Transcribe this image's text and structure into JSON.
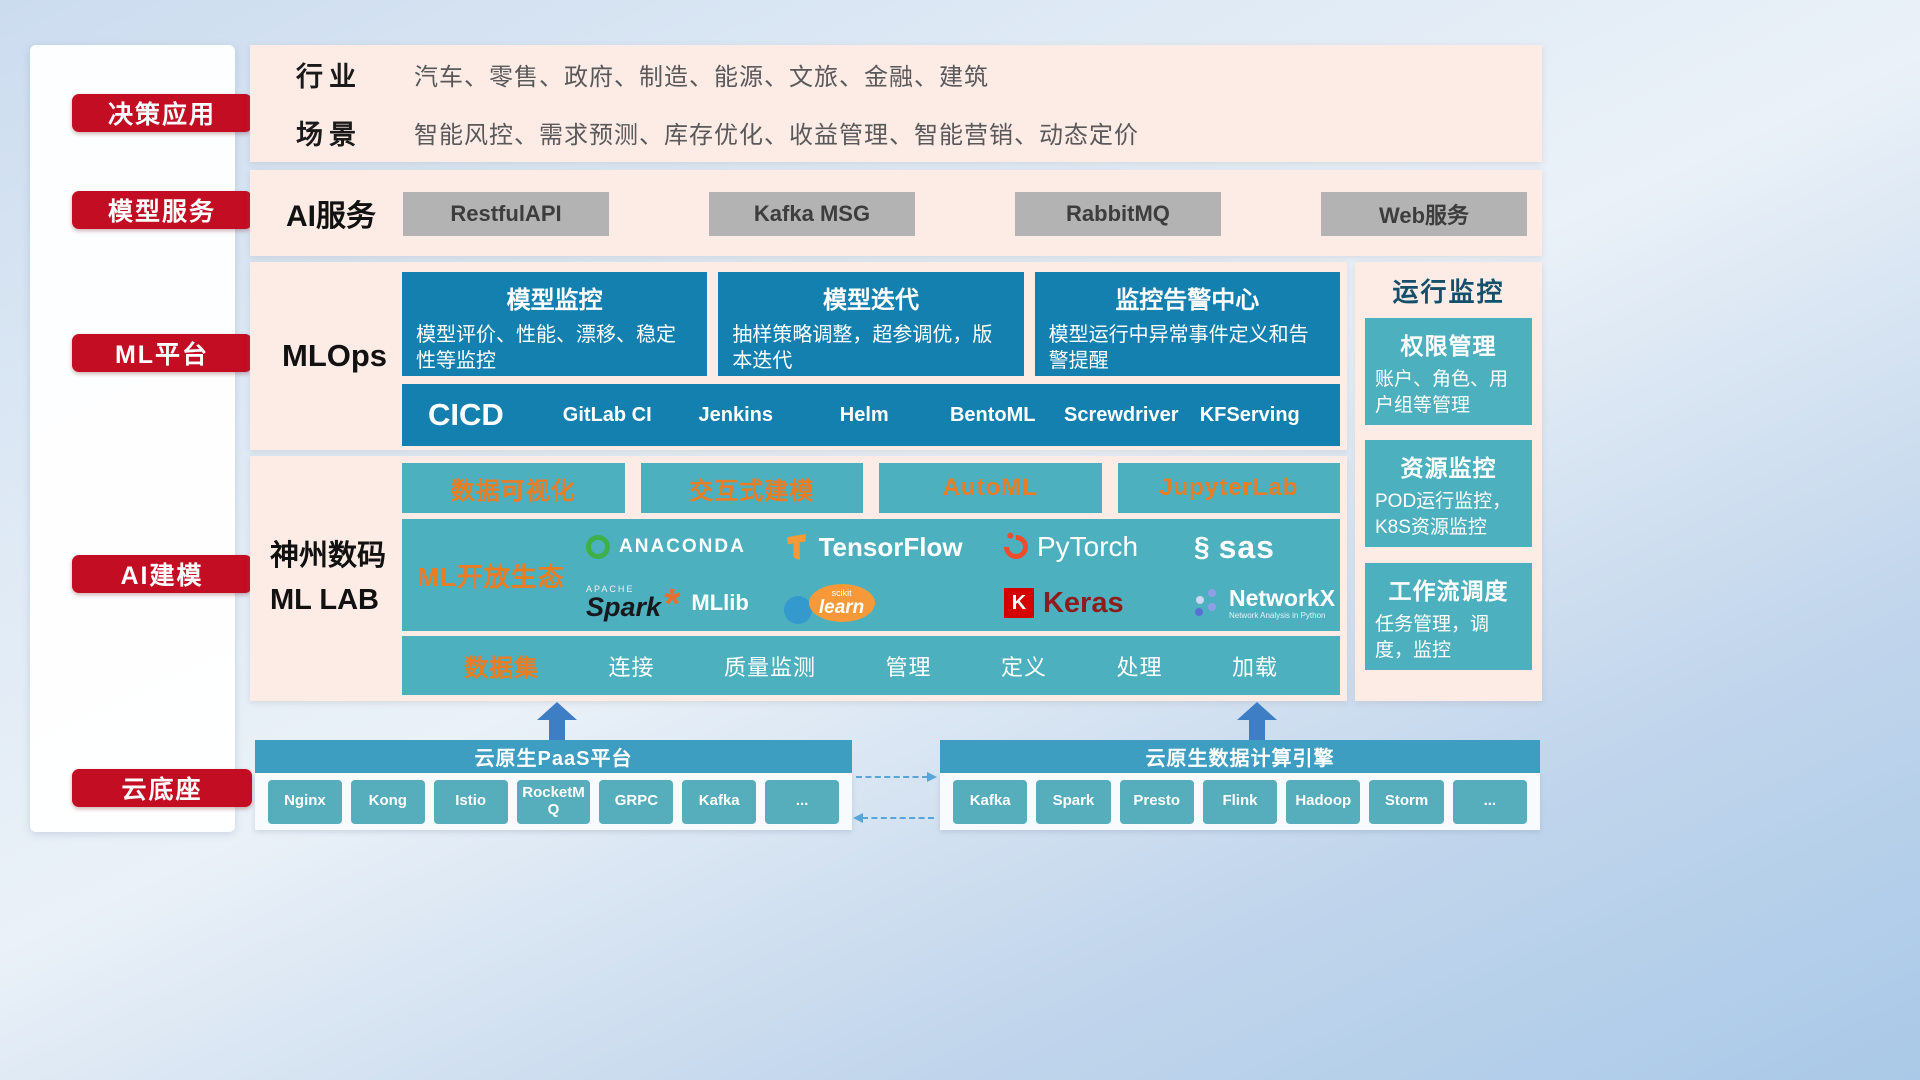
{
  "sidebar": {
    "items": [
      {
        "label": "决策应用"
      },
      {
        "label": "模型服务"
      },
      {
        "label": "ML平台"
      },
      {
        "label": "AI建模"
      },
      {
        "label": "云底座"
      }
    ]
  },
  "industry": {
    "label": "行业",
    "text": "汽车、零售、政府、制造、能源、文旅、金融、建筑"
  },
  "scene": {
    "label": "场景",
    "text": "智能风控、需求预测、库存优化、收益管理、智能营销、动态定价"
  },
  "ai_service": {
    "label": "AI服务",
    "services": [
      "RestfulAPI",
      "Kafka MSG",
      "RabbitMQ",
      "Web服务"
    ]
  },
  "mlops": {
    "label": "MLOps",
    "cards": [
      {
        "title": "模型监控",
        "desc": "模型评价、性能、漂移、稳定性等监控"
      },
      {
        "title": "模型迭代",
        "desc": "抽样策略调整，超参调优，版本迭代"
      },
      {
        "title": "监控告警中心",
        "desc": "模型运行中异常事件定义和告警提醒"
      }
    ],
    "cicd_label": "CICD",
    "cicd_tools": [
      "GitLab CI",
      "Jenkins",
      "Helm",
      "BentoML",
      "Screwdriver",
      "KFServing"
    ]
  },
  "monitoring": {
    "title": "运行监控",
    "cards": [
      {
        "title": "权限管理",
        "desc": "账户、角色、用户组等管理"
      },
      {
        "title": "资源监控",
        "desc": "POD运行监控，K8S资源监控"
      },
      {
        "title": "工作流调度",
        "desc": "任务管理，调度，监控"
      }
    ]
  },
  "mllab": {
    "label_line1": "神州数码",
    "label_line2": "ML LAB",
    "tools": [
      "数据可视化",
      "交互式建模",
      "AutoML",
      "JupyterLab"
    ],
    "ecosystem_label": "ML开放生态",
    "logos": {
      "anaconda": "ANACONDA",
      "tensorflow": "TensorFlow",
      "pytorch": "PyTorch",
      "sas": "sas",
      "spark_prefix": "APACHE",
      "spark": "Spark",
      "mllib": "MLlib",
      "scikit_top": "scikit",
      "scikit_bottom": "learn",
      "keras_k": "K",
      "keras": "Keras",
      "networkx": "NetworkX",
      "networkx_sub": "Network Analysis in Python"
    },
    "dataset_label": "数据集",
    "dataset_items": [
      "连接",
      "质量监测",
      "管理",
      "定义",
      "处理",
      "加载"
    ]
  },
  "cloud": {
    "paas_title": "云原生PaaS平台",
    "paas_items": [
      "Nginx",
      "Kong",
      "Istio",
      "RocketMQ",
      "GRPC",
      "Kafka",
      "..."
    ],
    "engine_title": "云原生数据计算引擎",
    "engine_items": [
      "Kafka",
      "Spark",
      "Presto",
      "Flink",
      "Hadoop",
      "Storm",
      "..."
    ]
  },
  "colors": {
    "red": "#c30d23",
    "pink": "#fdebe6",
    "dark_teal": "#1380af",
    "light_teal": "#4db0be",
    "orange": "#e87d26"
  }
}
